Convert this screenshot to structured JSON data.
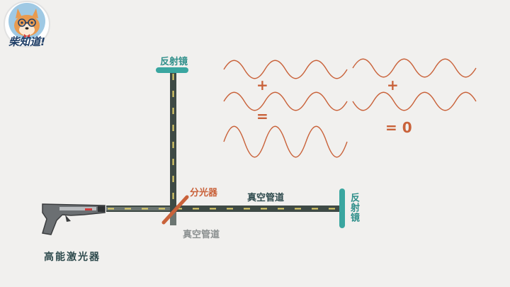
{
  "logo": {
    "text": "柴知道!"
  },
  "labels": {
    "mirror_top": "反射镜",
    "mirror_right": "反射镜",
    "beam_splitter": "分光器",
    "vacuum_pipe_horizontal": "真空管道",
    "vacuum_pipe_bottom": "真空管道",
    "laser": "高能激光器"
  },
  "equations": {
    "left": {
      "plus": "+",
      "equals": "="
    },
    "right": {
      "plus": "+",
      "result": "= 0"
    }
  },
  "colors": {
    "background": "#f1f0ee",
    "wave": "#c9623a",
    "mirror": "#3aa6a0",
    "pipe": "#3e4a45",
    "beam": "#e6d36a",
    "splitter": "#c9623a"
  }
}
